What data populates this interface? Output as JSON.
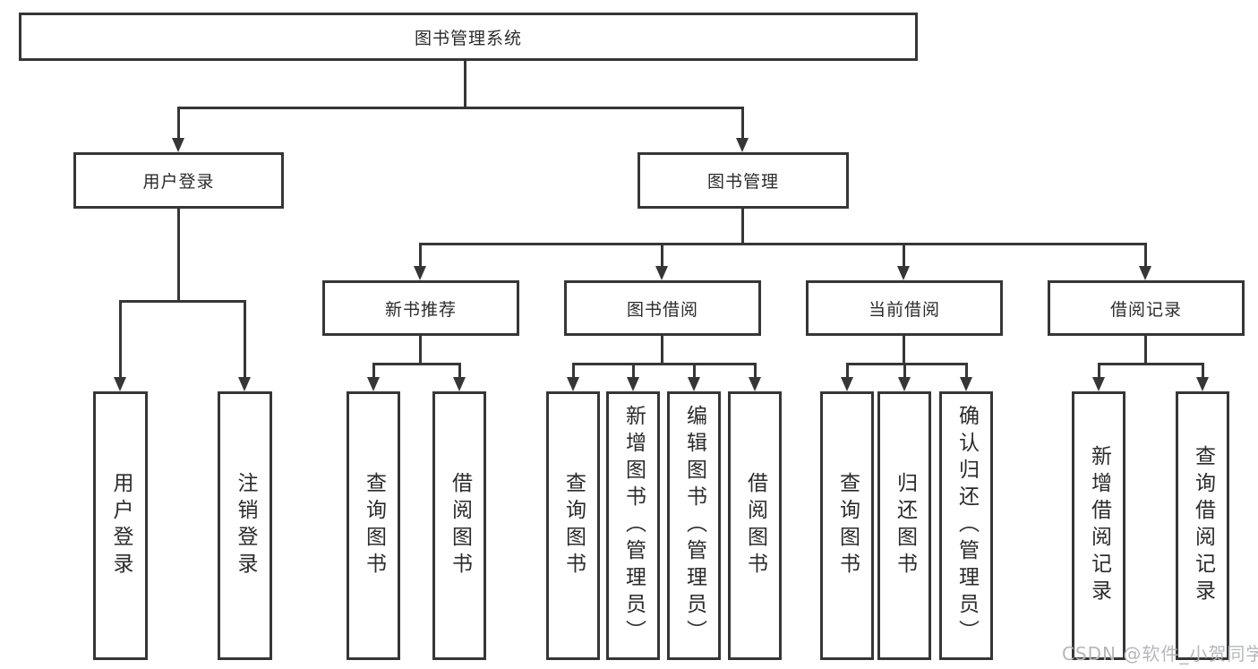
{
  "tree": {
    "root": "图书管理系统",
    "branches": [
      {
        "label": "用户登录",
        "leaves": [
          "用户登录",
          "注销登录"
        ]
      },
      {
        "label": "图书管理",
        "sections": [
          {
            "label": "新书推荐",
            "leaves": [
              "查询图书",
              "借阅图书"
            ]
          },
          {
            "label": "图书借阅",
            "leaves": [
              "查询图书",
              "新增图书（管理员）",
              "编辑图书（管理员）",
              "借阅图书"
            ]
          },
          {
            "label": "当前借阅",
            "leaves": [
              "查询图书",
              "归还图书",
              "确认归还（管理员）"
            ]
          },
          {
            "label": "借阅记录",
            "leaves": [
              "新增借阅记录",
              "查询借阅记录"
            ]
          }
        ]
      }
    ]
  },
  "watermark": {
    "text": "CSDN @软件_小贺同学",
    "color": "#b5b7ba"
  },
  "colors": {
    "line": "#363636",
    "background": "#ffffff",
    "text": "#2b2b2b"
  }
}
